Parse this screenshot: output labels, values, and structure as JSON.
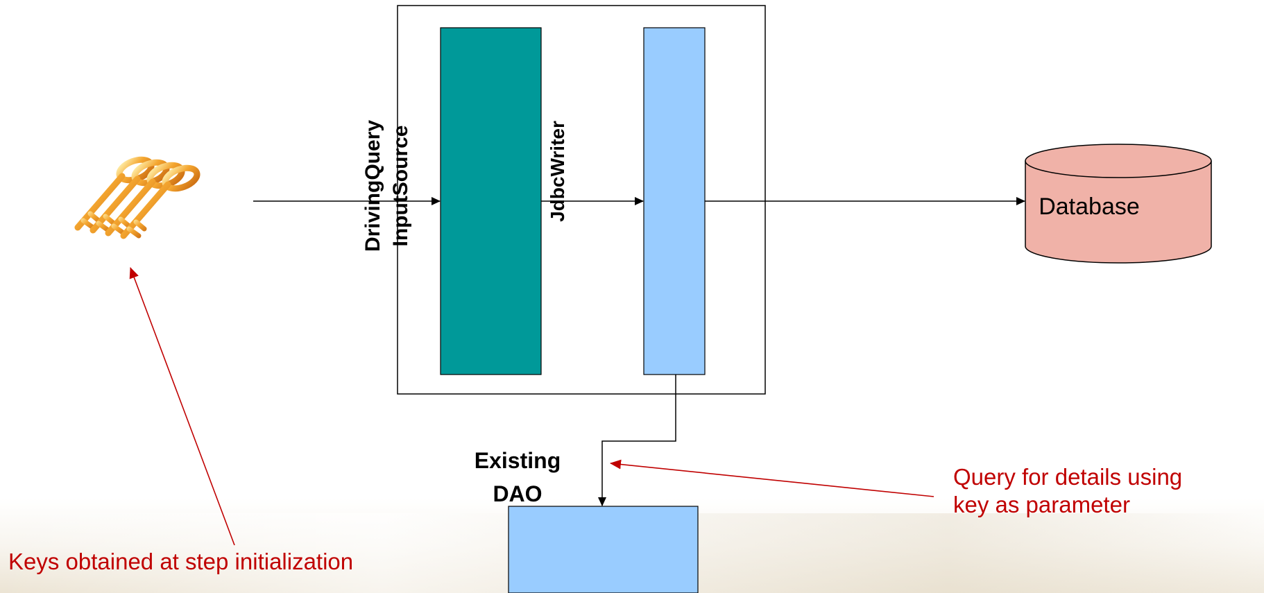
{
  "nodes": {
    "driving_query": {
      "line1": "DrivingQuery",
      "line2": "InputSource"
    },
    "jdbc_writer": {
      "label": "JdbcWriter"
    },
    "database": {
      "label": "Database"
    },
    "existing_dao": {
      "line1": "Existing",
      "line2": "DAO"
    }
  },
  "annotations": {
    "keys_note": "Keys obtained at step initialization",
    "query_note_line1": "Query for details using",
    "query_note_line2": "key as parameter"
  },
  "icons": {
    "keys": "keys-icon"
  },
  "colors": {
    "driving_query_fill": "#009999",
    "jdbc_writer_fill": "#99ccff",
    "existing_dao_fill": "#99ccff",
    "database_fill": "#f0b2a8",
    "annotation_color": "#c00000"
  }
}
